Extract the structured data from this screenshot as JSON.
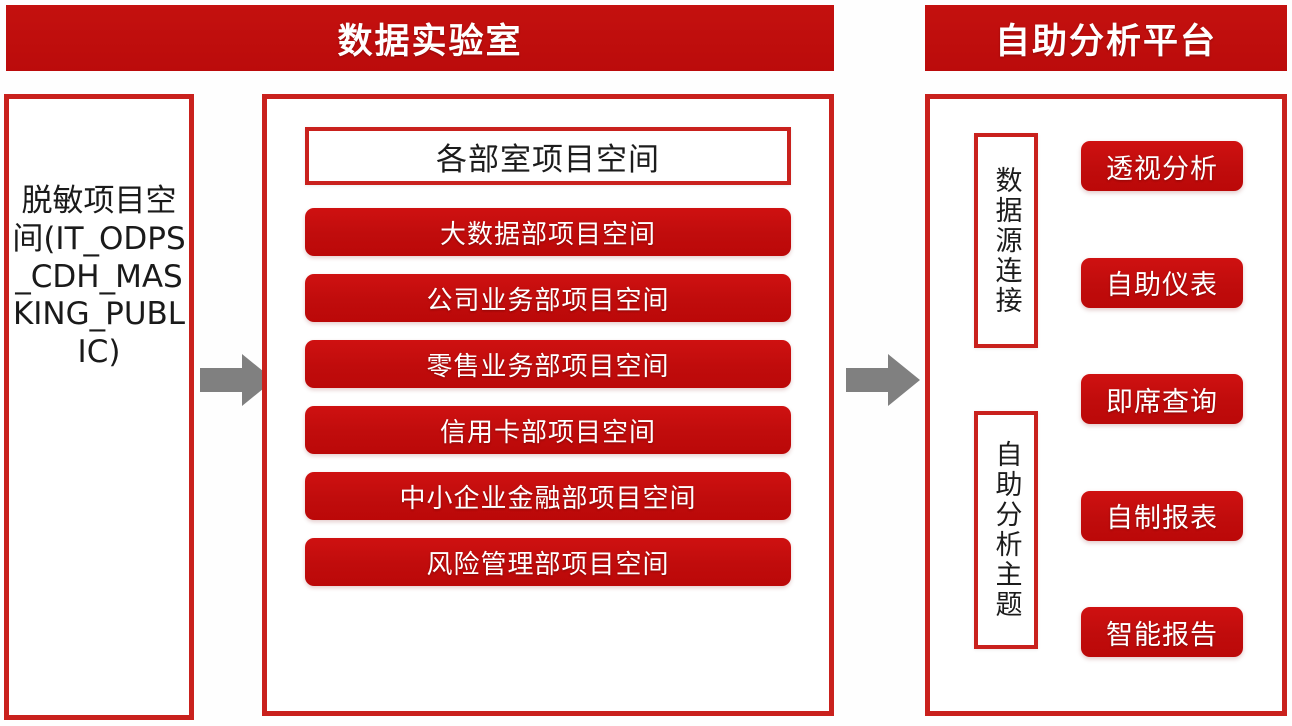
{
  "headers": {
    "lab": "数据实验室",
    "platform": "自助分析平台"
  },
  "source_panel": {
    "name": "脱敏项目空间",
    "text": "脱敏项目空间(IT_ODPS_CDH_MASKING_PUBLIC)"
  },
  "lab_panel": {
    "head": "各部室项目空间",
    "items": [
      {
        "label": "大数据部项目空间"
      },
      {
        "label": "公司业务部项目空间"
      },
      {
        "label": "零售业务部项目空间"
      },
      {
        "label": "信用卡部项目空间"
      },
      {
        "label": "中小企业金融部项目空间"
      },
      {
        "label": "风险管理部项目空间"
      }
    ]
  },
  "platform_panel": {
    "vertical_boxes": [
      {
        "label": "数据源连接"
      },
      {
        "label": "自助分析主题"
      }
    ],
    "features": [
      {
        "label": "透视分析"
      },
      {
        "label": "自助仪表"
      },
      {
        "label": "即席查询"
      },
      {
        "label": "自制报表"
      },
      {
        "label": "智能报告"
      }
    ]
  },
  "arrows": [
    {
      "name": "arrow-source-to-lab",
      "direction": "right"
    },
    {
      "name": "arrow-lab-to-platform",
      "direction": "right"
    }
  ],
  "colors": {
    "brand_red": "#c00c0c",
    "border_red": "#c9211d",
    "arrow_gray": "#808080",
    "text_dark": "#1c1c1c",
    "background": "#ffffff"
  }
}
